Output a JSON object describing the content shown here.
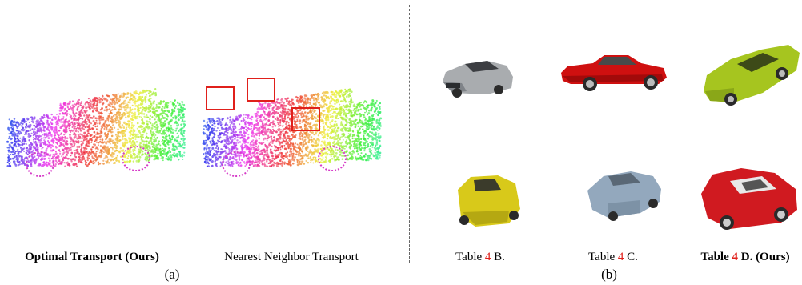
{
  "panel_a": {
    "left_caption": "Optimal Transport (Ours)",
    "right_caption": "Nearest Neighbor Transport",
    "label": "(a)"
  },
  "panel_b": {
    "captions": [
      {
        "prefix": "Table ",
        "ref": "4",
        "suffix": " B.",
        "bold": false
      },
      {
        "prefix": "Table ",
        "ref": "4",
        "suffix": " C.",
        "bold": false
      },
      {
        "prefix": "Table ",
        "ref": "4",
        "suffix": " D. (Ours)",
        "bold": true
      }
    ],
    "label": "(b)"
  },
  "colors": {
    "reference": "#e0201b",
    "highlight_box": "#e0201b",
    "car_silver": "#a9acaf",
    "car_red": "#cf1010",
    "car_lime": "#a6c51f",
    "car_yellow": "#d8c91a",
    "car_blue": "#93a8bd",
    "car_red_white": "#d01a20"
  }
}
